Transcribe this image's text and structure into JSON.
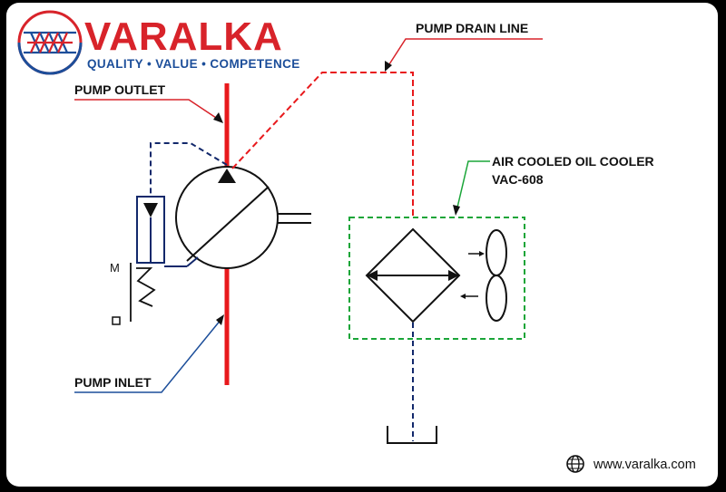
{
  "brand": {
    "name": "VARALKA",
    "tagline": "QUALITY • VALUE • COMPETENCE",
    "colors": {
      "red": "#d8232a",
      "blue": "#1c4e9a"
    }
  },
  "labels": {
    "pump_outlet": "PUMP OUTLET",
    "pump_inlet": "PUMP INLET",
    "pump_drain_line": "PUMP DRAIN LINE",
    "cooler_name": "AIR COOLED OIL COOLER",
    "cooler_model": "VAC-608",
    "motor": "M"
  },
  "footer": {
    "website": "www.varalka.com",
    "icon": "globe-icon"
  },
  "line_colors": {
    "pressure": "#e8191c",
    "drain": "#e8191c",
    "return": "#12286b",
    "cooler_box": "#1aa538",
    "inlet_leader": "#1c4e9a",
    "outlet_leader": "#d8232a"
  }
}
